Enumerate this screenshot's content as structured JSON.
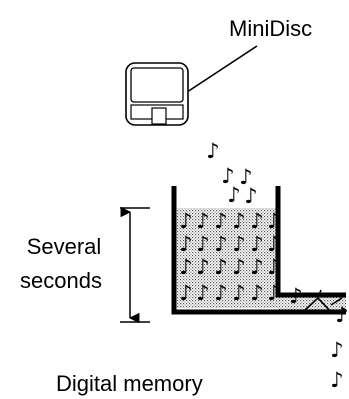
{
  "labels": {
    "minidisc": "MiniDisc",
    "several_line1": "Several",
    "several_line2": "seconds",
    "digital_memory": "Digital memory"
  },
  "icons": {
    "music_note": "♪",
    "minidisc": "minidisc-icon"
  },
  "colors": {
    "ink": "#000000",
    "buffer_fill": "#c8c8c8",
    "background": "#ffffff"
  }
}
